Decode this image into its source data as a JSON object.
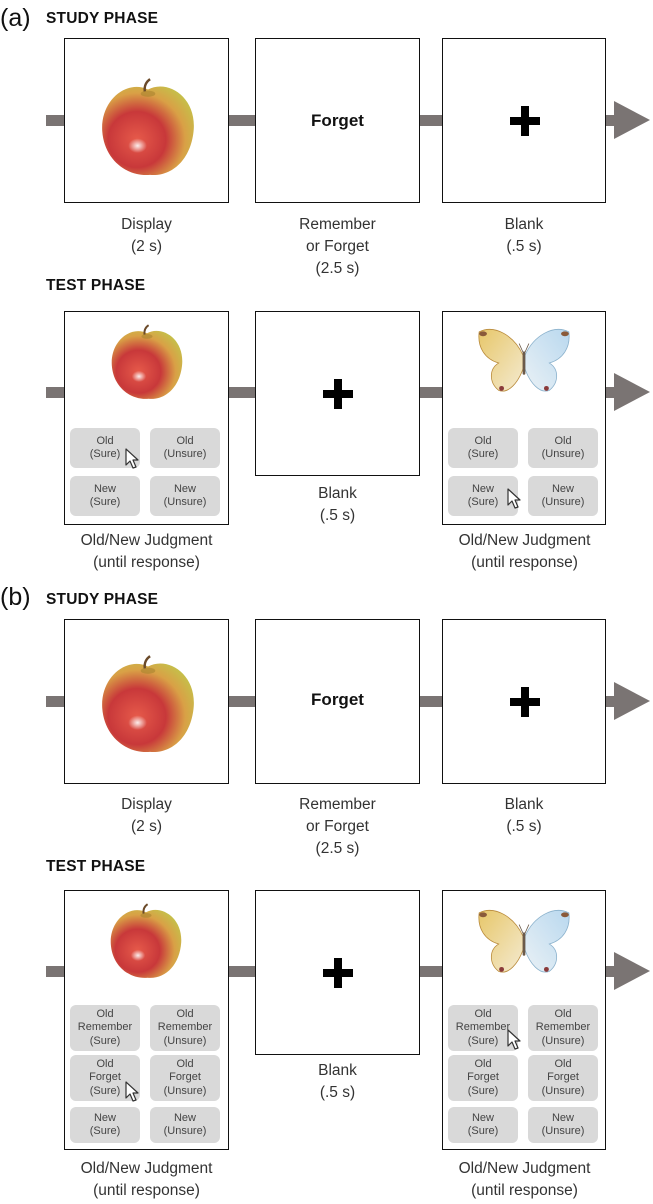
{
  "panel_a": {
    "label": "(a)",
    "study": {
      "phase_title": "STUDY PHASE",
      "forget_word": "Forget",
      "captions": {
        "display": [
          "Display",
          "(2 s)"
        ],
        "cue": [
          "Remember",
          "or Forget",
          "(2.5 s)"
        ],
        "blank": [
          "Blank",
          "(.5 s)"
        ]
      }
    },
    "test": {
      "phase_title": "TEST PHASE",
      "buttons": [
        [
          "Old",
          "(Sure)"
        ],
        [
          "Old",
          "(Unsure)"
        ],
        [
          "New",
          "(Sure)"
        ],
        [
          "New",
          "(Unsure)"
        ]
      ],
      "captions": {
        "judgment1": [
          "Old/New Judgment",
          "(until response)"
        ],
        "blank": [
          "Blank",
          "(.5 s)"
        ],
        "judgment2": [
          "Old/New Judgment",
          "(until response)"
        ]
      }
    }
  },
  "panel_b": {
    "label": "(b)",
    "study": {
      "phase_title": "STUDY PHASE",
      "forget_word": "Forget",
      "captions": {
        "display": [
          "Display",
          "(2 s)"
        ],
        "cue": [
          "Remember",
          "or Forget",
          "(2.5 s)"
        ],
        "blank": [
          "Blank",
          "(.5 s)"
        ]
      }
    },
    "test": {
      "phase_title": "TEST PHASE",
      "buttons": [
        [
          "Old",
          "Remember",
          "(Sure)"
        ],
        [
          "Old",
          "Remember",
          "(Unsure)"
        ],
        [
          "Old",
          "Forget",
          "(Sure)"
        ],
        [
          "Old",
          "Forget",
          "(Unsure)"
        ],
        [
          "New",
          "(Sure)"
        ],
        [
          "New",
          "(Unsure)"
        ]
      ],
      "captions": {
        "judgment1": [
          "Old/New Judgment",
          "(until response)"
        ],
        "blank": [
          "Blank",
          "(.5 s)"
        ],
        "judgment2": [
          "Old/New Judgment",
          "(until response)"
        ]
      }
    }
  },
  "colors": {
    "connector": "#7a7473",
    "button": "#d9d9d9",
    "frame": "#111111"
  },
  "icons": [
    "apple-image",
    "butterfly-image",
    "fixation-cross-icon",
    "mouse-cursor-icon",
    "arrow-right-icon"
  ]
}
